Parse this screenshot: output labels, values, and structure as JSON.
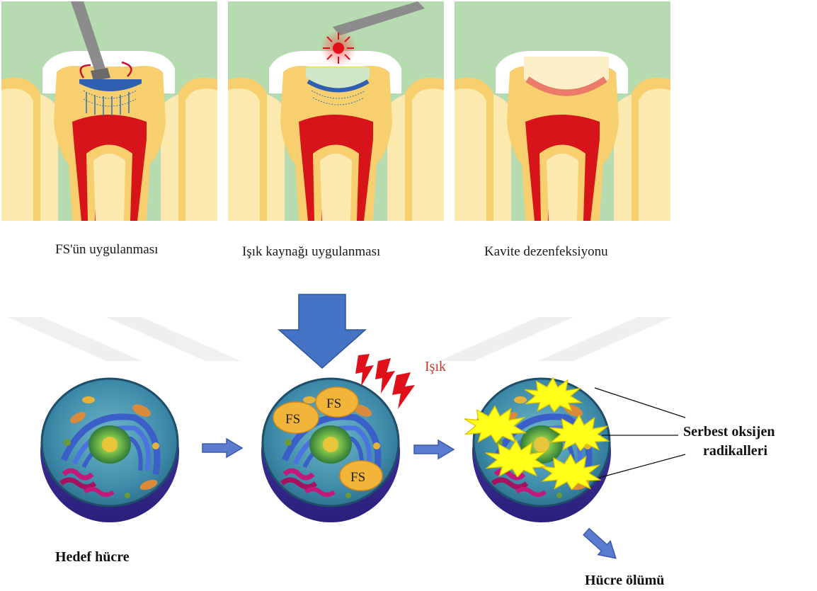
{
  "steps": [
    {
      "caption": "FS'ün uygulanması"
    },
    {
      "caption": "Işık kaynağı uygulanması"
    },
    {
      "caption": "Kavite dezenfeksiyonu"
    }
  ],
  "cells": {
    "fs_label": "FS",
    "light_label": "Işık",
    "radicals_label_line1": "Serbest oksijen",
    "radicals_label_line2": "radikalleri",
    "target_cell_label": "Hedef hücre",
    "cell_death_label": "Hücre ölümü"
  },
  "colors": {
    "gum": "#b7dbb0",
    "enamel": "#ffffff",
    "dentin": "#f7cf6e",
    "pulp": "#d7141a",
    "bone": "#fbe9b0",
    "blue_arrow": "#4472c4",
    "light_red": "#e0101a",
    "radical_yellow": "#ffff1a",
    "fs_orange": "#f3b43a"
  }
}
